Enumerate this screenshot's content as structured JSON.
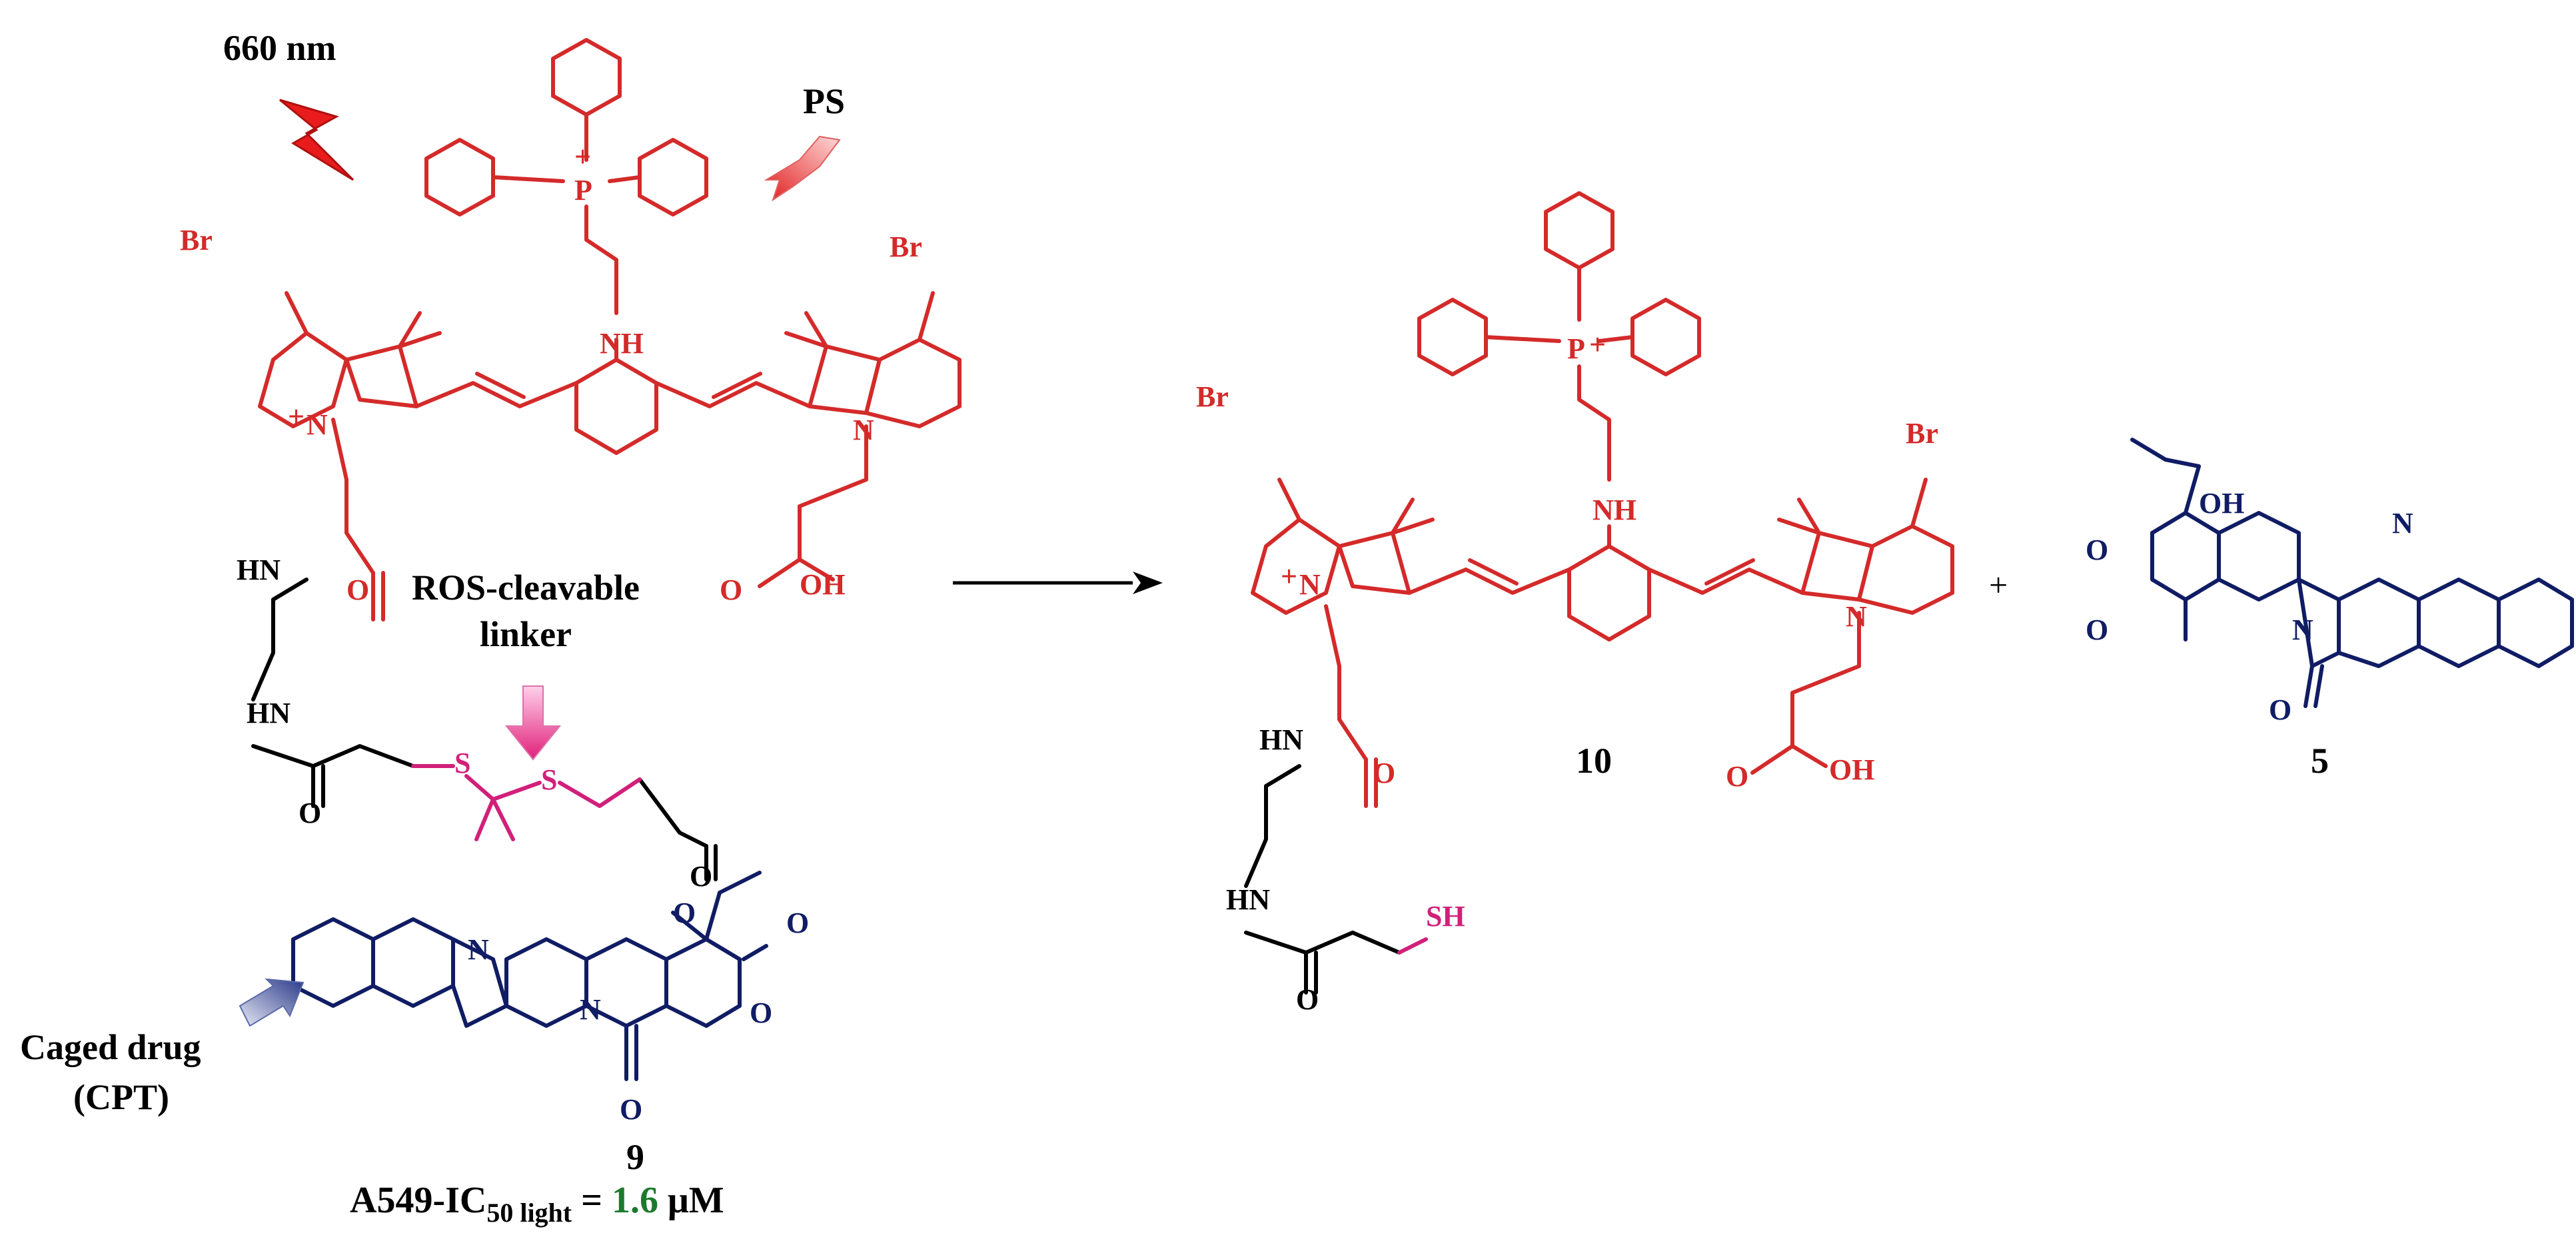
{
  "colors": {
    "photosensitizer": "#d42a2a",
    "linker": "#d1207a",
    "drug": "#101c64",
    "plain": "#000000",
    "value": "#1c7a2c"
  },
  "annotations": {
    "light": "660 nm",
    "ps": "PS",
    "ros_line1": "ROS-cleavable",
    "ros_line2": "linker",
    "caged_line1": "Caged drug",
    "caged_line2": "(CPT)"
  },
  "compound9": {
    "number": "9",
    "ic50_prefix": "A549-IC",
    "ic50_sub": "50 light",
    "ic50_eq": " = ",
    "ic50_value": "1.6",
    "ic50_unit": " μM"
  },
  "compound10": {
    "number": "10"
  },
  "compound5": {
    "number": "5"
  },
  "reaction": {
    "plus": "+"
  },
  "atoms": {
    "br": "Br",
    "n": "N",
    "n_plus": "N",
    "plus": "+",
    "p": "P",
    "nh": "NH",
    "hn": "HN",
    "o": "O",
    "oh": "OH",
    "s": "S",
    "sh": "SH"
  }
}
